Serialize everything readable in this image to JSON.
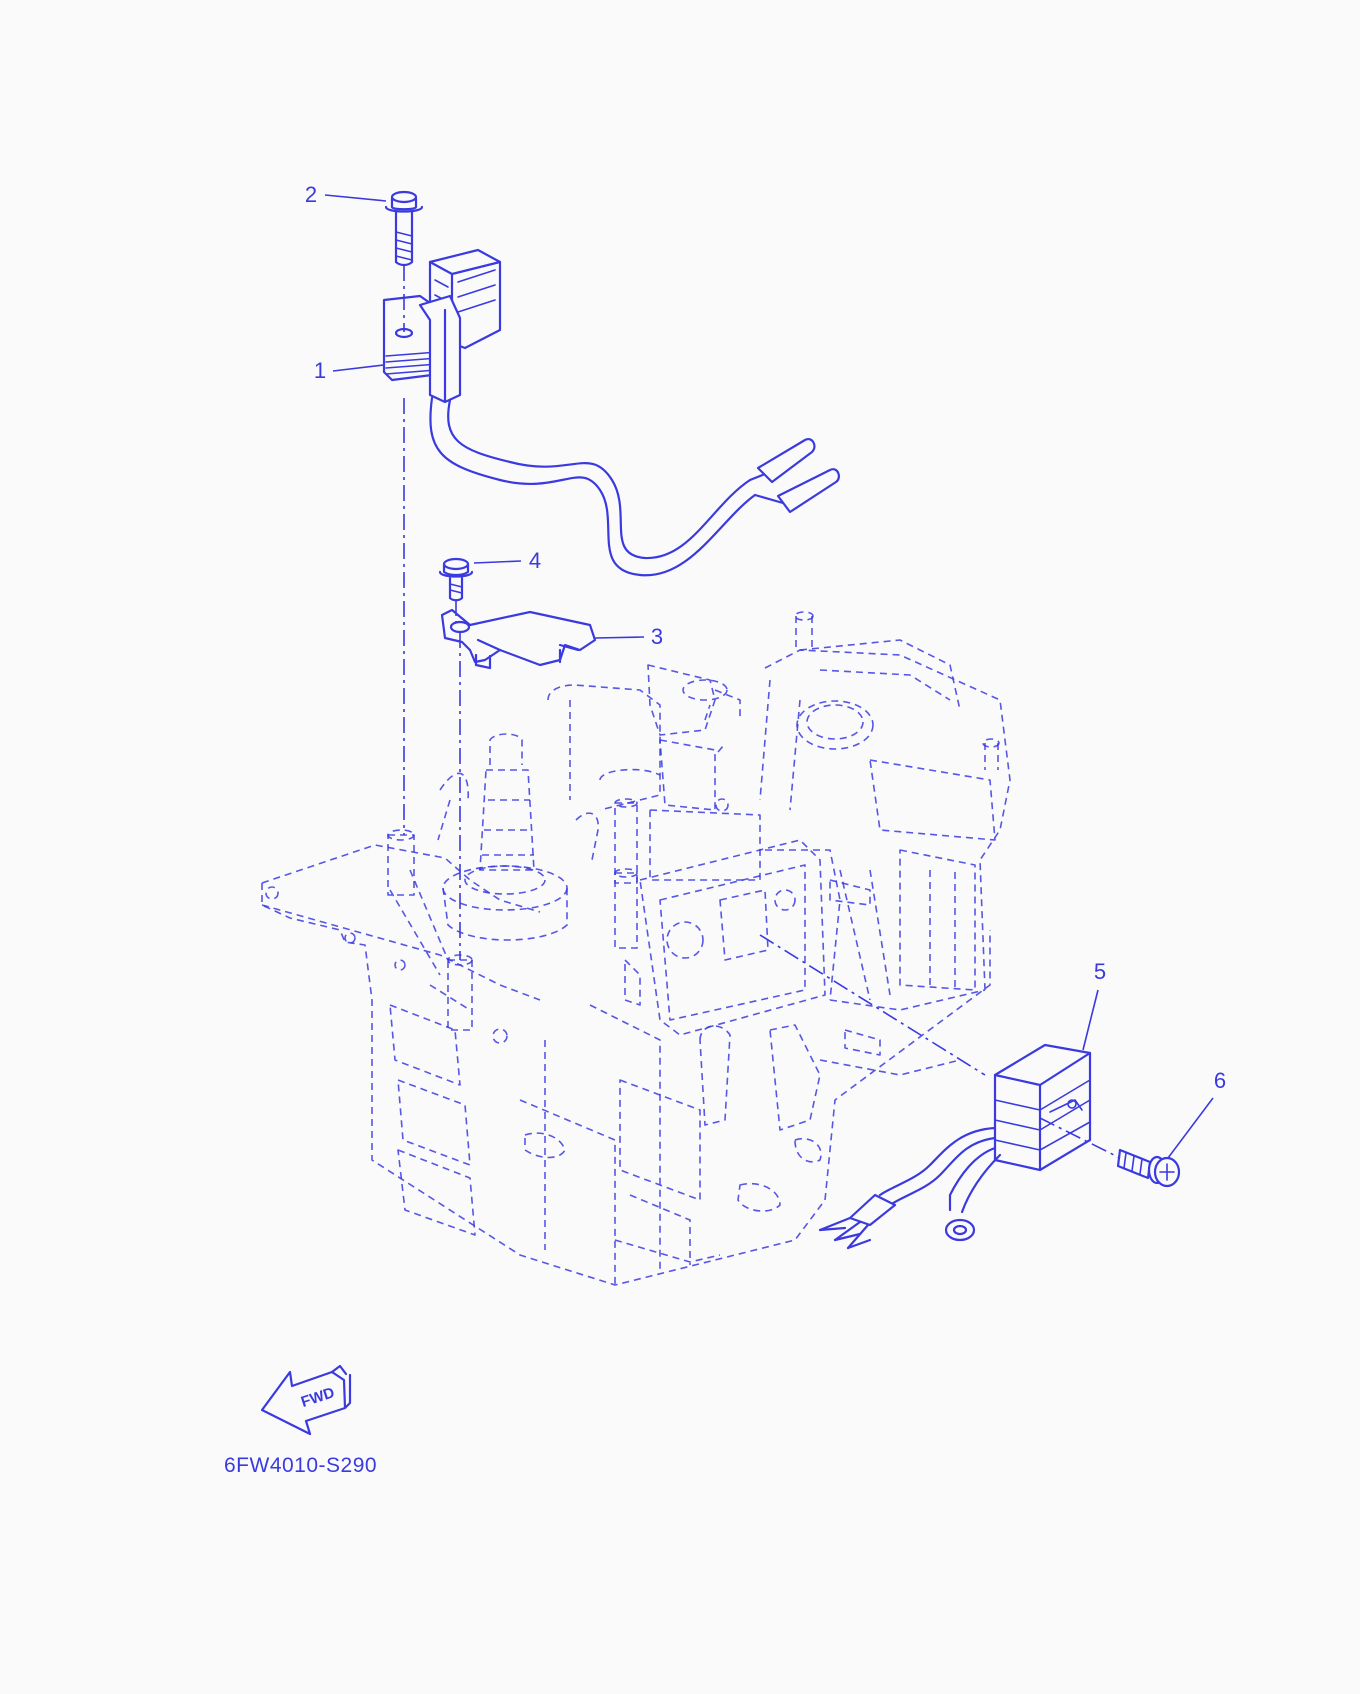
{
  "ink_color": "#3a3ae0",
  "background_color": "#fafafa",
  "callouts": [
    {
      "label": "2",
      "part": "bolt"
    },
    {
      "label": "1",
      "part": "ignition-coil"
    },
    {
      "label": "4",
      "part": "bolt"
    },
    {
      "label": "3",
      "part": "bracket"
    },
    {
      "label": "5",
      "part": "rectifier-regulator"
    },
    {
      "label": "6",
      "part": "screw"
    }
  ],
  "fwd_badge": "FWD",
  "figure_code": "6FW4010-S290"
}
